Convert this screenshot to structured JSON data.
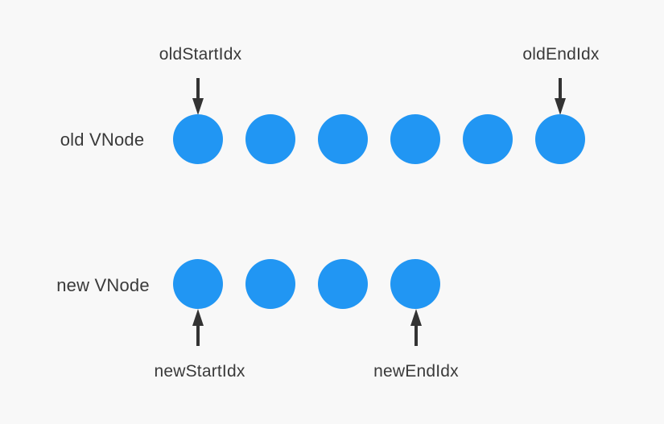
{
  "colors": {
    "background": "#f8f8f8",
    "node": "#2196f3",
    "arrow": "#333333",
    "text": "#3a3a3a"
  },
  "rows": [
    {
      "label": "old VNode",
      "node_count": 6
    },
    {
      "label": "new VNode",
      "node_count": 4
    }
  ],
  "pointers": [
    {
      "label": "oldStartIdx",
      "direction": "down",
      "row": "old",
      "node_index": 0
    },
    {
      "label": "oldEndIdx",
      "direction": "down",
      "row": "old",
      "node_index": 5
    },
    {
      "label": "newStartIdx",
      "direction": "up",
      "row": "new",
      "node_index": 0
    },
    {
      "label": "newEndIdx",
      "direction": "up",
      "row": "new",
      "node_index": 3
    }
  ]
}
